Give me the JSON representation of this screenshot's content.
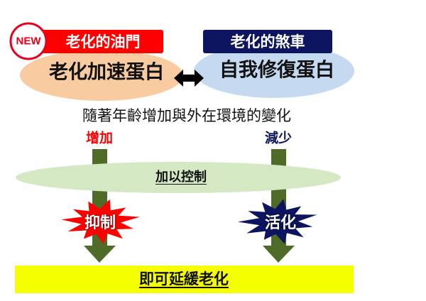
{
  "left": {
    "badge": "NEW",
    "banner": "老化的油門",
    "title": "老化加速蛋白"
  },
  "right": {
    "banner": "老化的煞車",
    "title": "自我修復蛋白"
  },
  "context": "隨著年齡增加與外在環境的變化",
  "left_trend": "增加",
  "right_trend": "減少",
  "control": "加以控制",
  "left_action": "抑制",
  "right_action": "活化",
  "result": "即可延緩老化",
  "colors": {
    "red": "#ff0000",
    "navy": "#0d1560",
    "orange": "#f8cba0",
    "blue": "#c5d9f1",
    "green": "#4e6b28",
    "light_green": "#d4e8c3",
    "yellow": "#f5ff00"
  }
}
